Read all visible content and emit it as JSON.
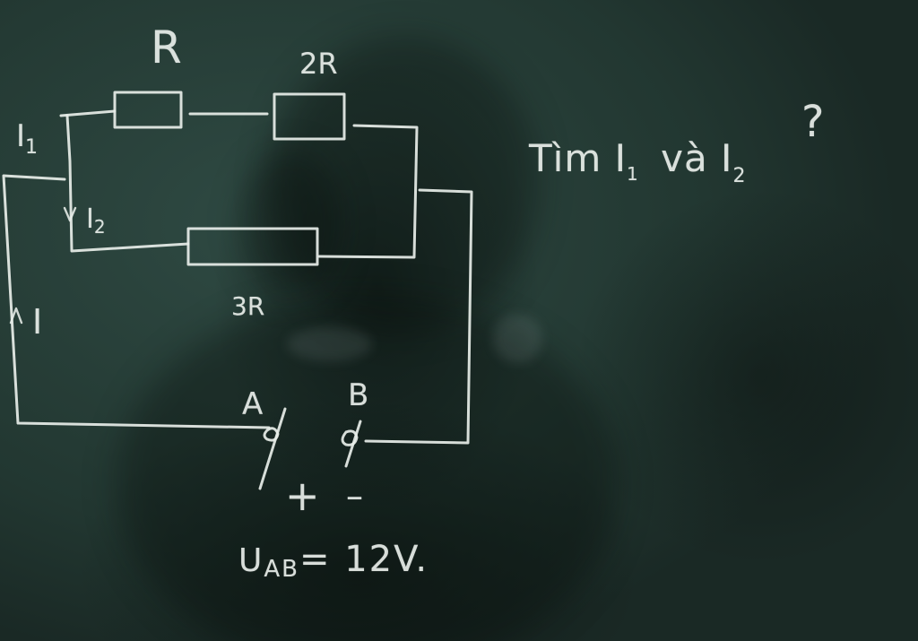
{
  "board": {
    "background_color": "#2a413b",
    "chalk_color": "#e8eee9"
  },
  "circuit": {
    "resistor_top_left": "R",
    "resistor_top_right": "2R",
    "resistor_bottom": "3R",
    "current_branch_1": "I",
    "current_branch_1_sub": "1",
    "current_branch_2": "I",
    "current_branch_2_sub": "2",
    "current_main": "I",
    "terminal_a": "A",
    "terminal_b": "B",
    "terminal_a_sign": "+",
    "terminal_b_sign": "–",
    "voltage": "U",
    "voltage_sub": "AB",
    "voltage_value": "= 12V."
  },
  "question": {
    "word_1": "Tìm",
    "symbol_1": "I",
    "symbol_1_sub": "1",
    "word_2": "và",
    "symbol_2": "I",
    "symbol_2_sub": "2",
    "mark": "?"
  }
}
